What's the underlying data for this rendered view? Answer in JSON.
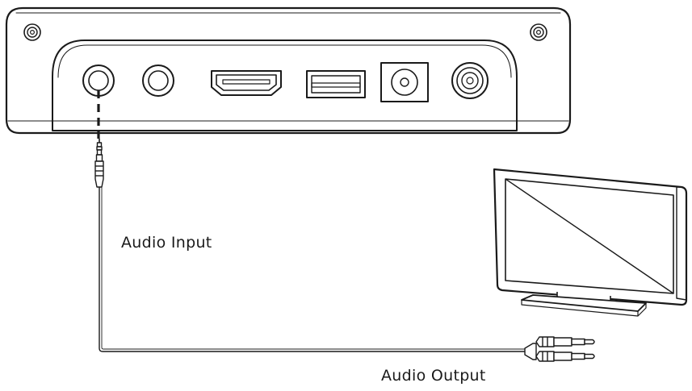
{
  "labels": {
    "audio_input": "Audio Input",
    "audio_output": "Audio Output"
  },
  "device": {
    "ports": [
      "audio-jack-port",
      "av-port",
      "hdmi-port",
      "usb-port",
      "dc-power-port",
      "antenna-port"
    ]
  },
  "colors": {
    "line": "#1a1a1a",
    "background": "#ffffff"
  }
}
